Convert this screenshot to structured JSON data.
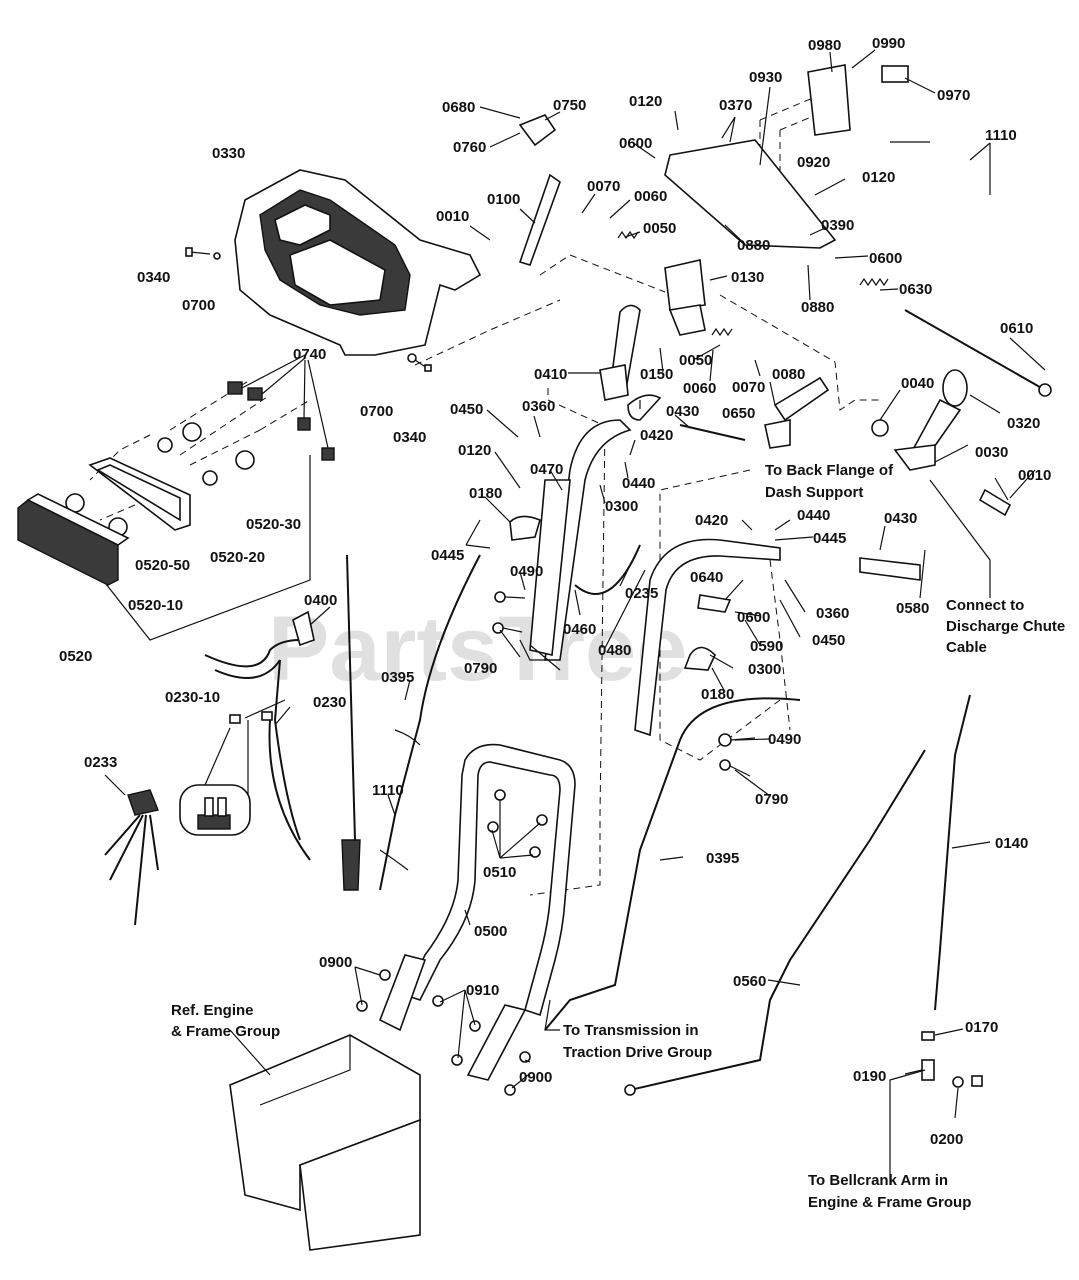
{
  "watermark": "PartsTree",
  "colors": {
    "line": "#111111",
    "watermark": "#c8c8c8",
    "background": "#ffffff"
  },
  "labels": {
    "l0980": "0980",
    "l0990": "0990",
    "l0970": "0970",
    "l0930": "0930",
    "l0370": "0370",
    "l0120a": "0120",
    "l0680": "0680",
    "l0750": "0750",
    "l0760": "0760",
    "l1110a": "1110",
    "l0600a": "0600",
    "l0920": "0920",
    "l0120b": "0120",
    "l0330": "0330",
    "l0070a": "0070",
    "l0060a": "0060",
    "l0100": "0100",
    "l0010a": "0010",
    "l0050a": "0050",
    "l0880a": "0880",
    "l0390": "0390",
    "l0600b": "0600",
    "l0340a": "0340",
    "l0700a": "0700",
    "l0130": "0130",
    "l0880b": "0880",
    "l0630": "0630",
    "l0610": "0610",
    "l0740": "0740",
    "l0050b": "0050",
    "l0410": "0410",
    "l0150": "0150",
    "l0060b": "0060",
    "l0070b": "0070",
    "l0080": "0080",
    "l0040": "0040",
    "l0320": "0320",
    "l0700b": "0700",
    "l0340b": "0340",
    "l0450a": "0450",
    "l0360a": "0360",
    "l0430a": "0430",
    "l0650": "0650",
    "l0420a": "0420",
    "l0030": "0030",
    "l0120c": "0120",
    "l0470": "0470",
    "l0440a": "0440",
    "l0010b": "0010",
    "l0180a": "0180",
    "l0300a": "0300",
    "l0520_30": "0520-30",
    "l0520_20": "0520-20",
    "l0520_50": "0520-50",
    "l0520_10": "0520-10",
    "l0420b": "0420",
    "l0440b": "0440",
    "l0445a": "0445",
    "l0430b": "0430",
    "l0445b": "0445",
    "l0490a": "0490",
    "l0235": "0235",
    "l0640": "0640",
    "l0580": "0580",
    "l0400": "0400",
    "l0460": "0460",
    "l0600c": "0600",
    "l0360b": "0360",
    "l0520": "0520",
    "l0790a": "0790",
    "l0480": "0480",
    "l0590": "0590",
    "l0450b": "0450",
    "l0300b": "0300",
    "l0230_10": "0230-10",
    "l0230": "0230",
    "l0395a": "0395",
    "l0180b": "0180",
    "l0490b": "0490",
    "l0233": "0233",
    "l1110b": "1110",
    "l0790b": "0790",
    "l0140": "0140",
    "l0510": "0510",
    "l0395b": "0395",
    "l0500": "0500",
    "l0900a": "0900",
    "l0910": "0910",
    "l0560": "0560",
    "l0170": "0170",
    "l0190": "0190",
    "l0900b": "0900",
    "l0200": "0200"
  },
  "notes": {
    "back_flange_1": "To Back Flange of",
    "back_flange_2": "Dash Support",
    "connect_1": "Connect to",
    "connect_2": "Discharge Chute",
    "connect_3": "Cable",
    "ref_engine_1": "Ref. Engine",
    "ref_engine_2": "& Frame Group",
    "transmission_1": "To Transmission in",
    "transmission_2": "Traction Drive Group",
    "bellcrank_1": "To Bellcrank Arm in",
    "bellcrank_2": "Engine & Frame Group"
  }
}
